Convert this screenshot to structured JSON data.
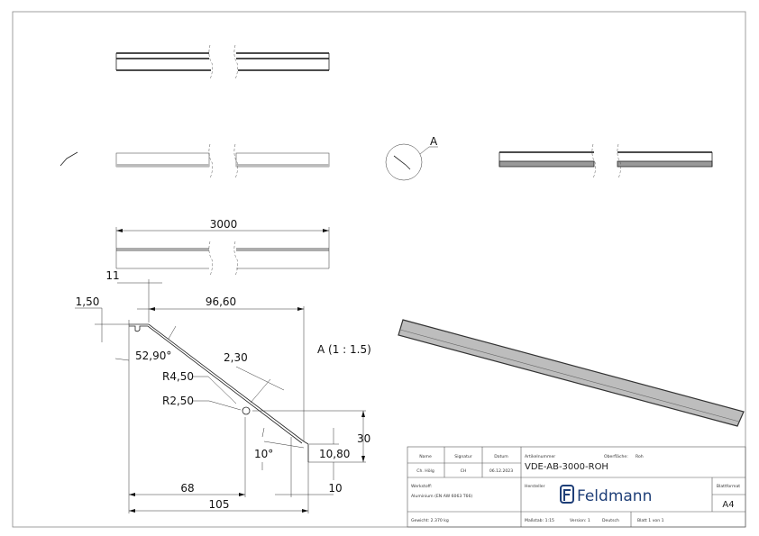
{
  "drawing": {
    "detail_label": "A",
    "detail_scale_label": "A (1 : 1.5)",
    "dimensions": {
      "length": "3000",
      "width_top": "11",
      "thickness": "1,50",
      "span": "96,60",
      "angle": "52,90°",
      "wall": "2,30",
      "radius_outer": "R4,50",
      "radius_inner": "R2,50",
      "height": "30",
      "toe_angle": "10°",
      "toe_height": "10,80",
      "width_inner": "68",
      "width_total": "105",
      "toe_width": "10"
    }
  },
  "title_block": {
    "name_label": "Name",
    "signature_label": "Signatur",
    "date_label": "Datum",
    "name": "Ch. Hölg",
    "signature": "CH",
    "date": "06.12.2023",
    "article_label": "Artikelnummer",
    "surface_label": "Oberfläche:",
    "surface": "Roh",
    "article_number": "VDE-AB-3000-ROH",
    "material_label": "Werkstoff:",
    "material": "Aluminium (EN AW 6063 T66)",
    "manufacturer_label": "Hersteller",
    "logo_text": "Feldmann",
    "format_label": "Blattformat",
    "format": "A4",
    "weight": "Gewicht: 2.370 kg",
    "scale": "Maßstab: 1:15",
    "version": "Version: 1",
    "language": "Deutsch",
    "sheet": "Blatt 1 von 1"
  }
}
